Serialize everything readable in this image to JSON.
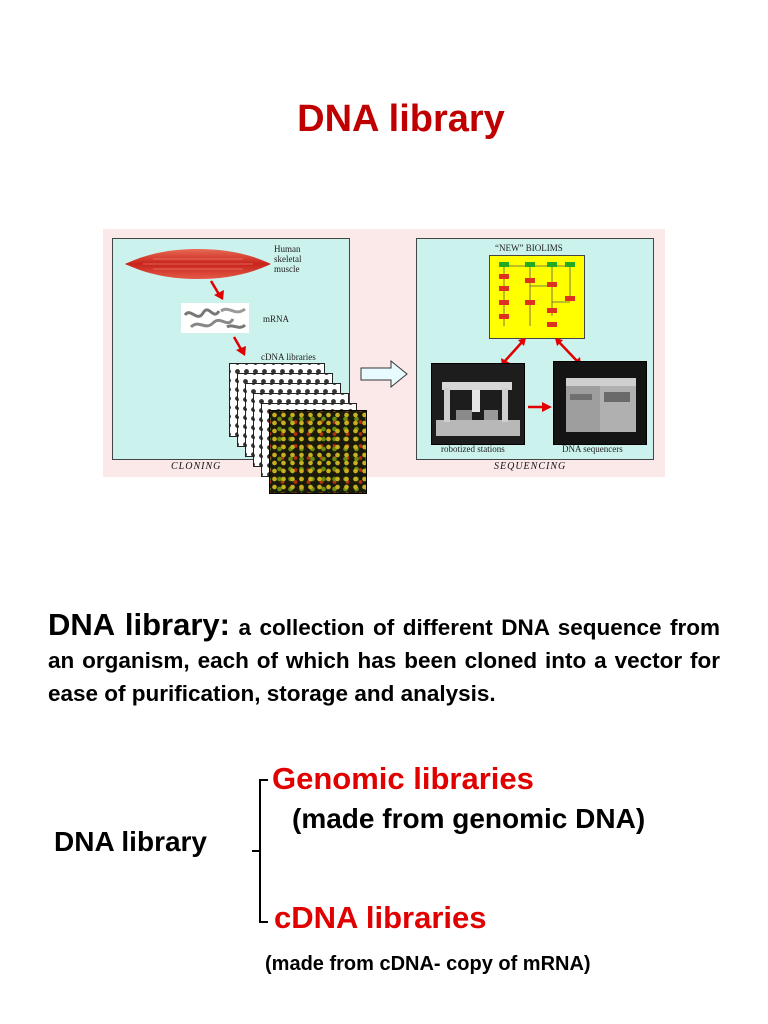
{
  "title": "DNA library",
  "figure": {
    "cloning_panel": {
      "muscle_label": [
        "Human",
        "skeletal",
        "muscle"
      ],
      "mrna_label": "mRNA",
      "cdna_label": "cDNA  libraries",
      "caption": "CLONING"
    },
    "sequencing_panel": {
      "biolims_label": "“NEW”  BIOLIMS",
      "robot_label": "robotized stations",
      "sequencer_label": "DNA sequencers",
      "caption": "SEQUENCING"
    },
    "colors": {
      "panel_bg": "#ccf2ee",
      "figure_bg": "#fbe9e9",
      "arrow": "#e00000",
      "biolims_bg": "#ffff00"
    }
  },
  "definition": {
    "term": "DNA  library:",
    "text": " a collection of different DNA sequence from an organism, each of which has been  cloned into a vector for ease of purification, storage and analysis."
  },
  "classification": {
    "root": "DNA library",
    "genomic": {
      "label": "Genomic libraries",
      "note": "(made from genomic DNA)"
    },
    "cdna": {
      "label": "cDNA libraries",
      "note": "(made from cDNA- copy of mRNA)"
    }
  },
  "colors": {
    "title": "#c00000",
    "accent": "#e00000"
  }
}
